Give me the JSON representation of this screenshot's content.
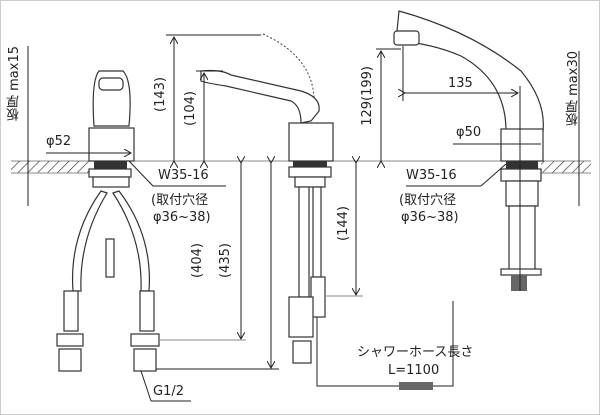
{
  "diagram": {
    "left_faucet": {
      "counter_thickness_label": "板厚 max15",
      "diameter_label": "φ52",
      "thread_label": "W35-16",
      "hole_label_1": "(取付穴径",
      "hole_label_2": "φ36~38)",
      "connector_label": "G1/2"
    },
    "center_faucet": {
      "height_handle_open": "(143)",
      "height_handle": "(104)",
      "length_404": "(404)",
      "length_435": "(435)",
      "length_144": "(144)"
    },
    "right_faucet": {
      "spout_height": "129(199)",
      "reach": "135",
      "diameter_label": "φ50",
      "thread_label": "W35-16",
      "hole_label_1": "(取付穴径",
      "hole_label_2": "φ36~38)",
      "counter_thickness_label": "板厚 max30",
      "hose_label": "シャワーホース長さ",
      "hose_length": "L=1100"
    }
  }
}
